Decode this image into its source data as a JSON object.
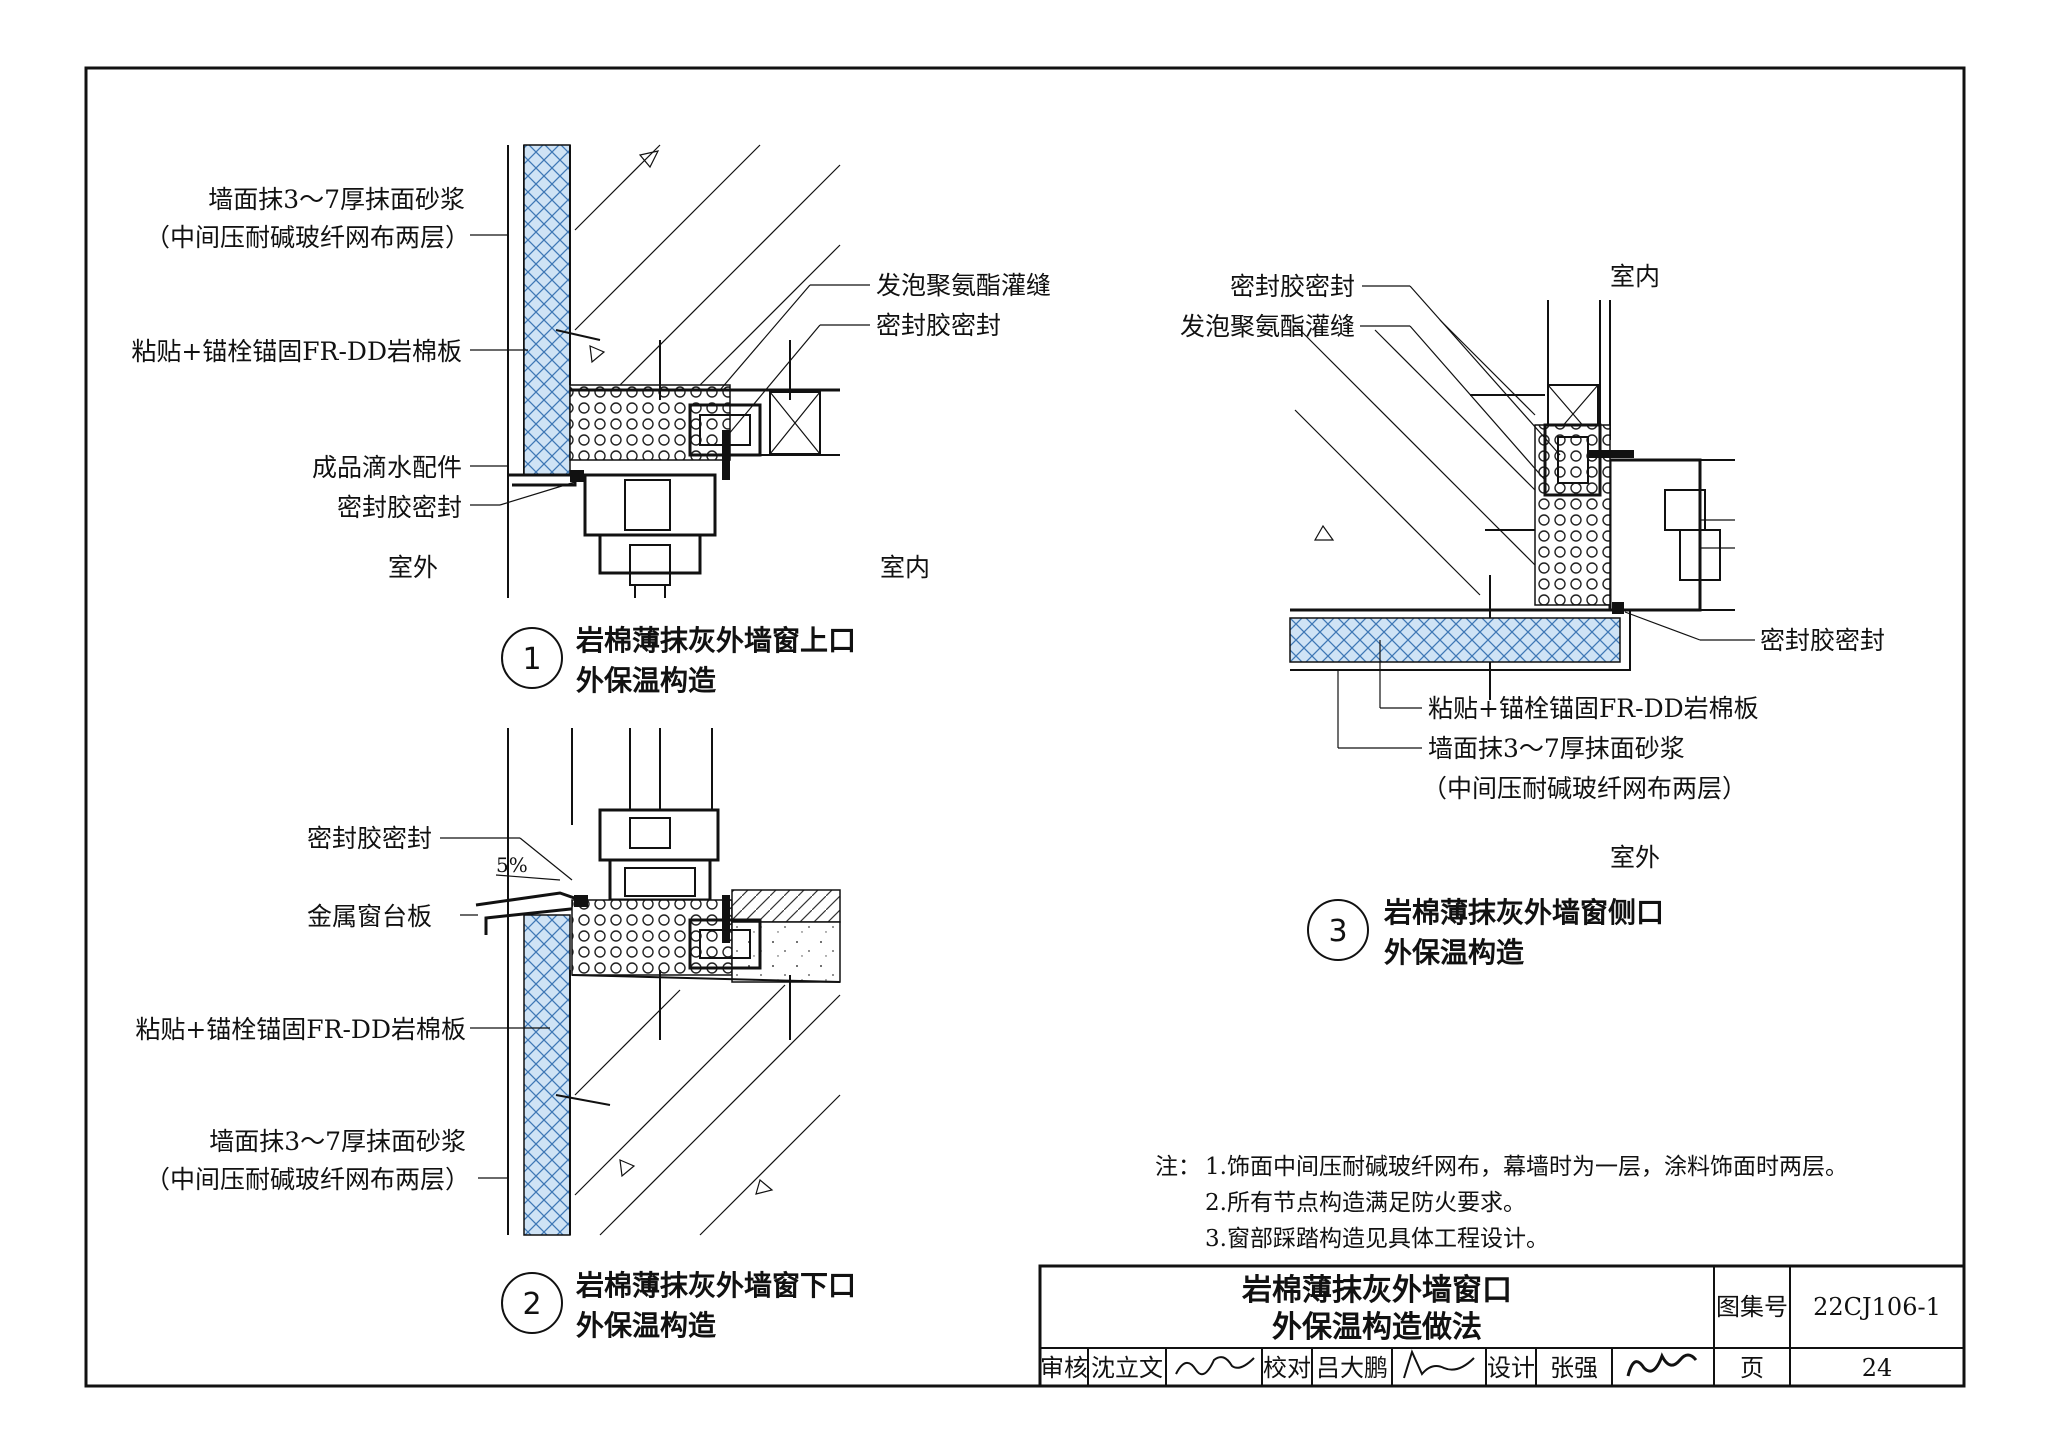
{
  "detail1": {
    "labels": {
      "render_a": "墙面抹3～7厚抹面砂浆",
      "render_b": "（中间压耐碱玻纤网布两层）",
      "board": "粘贴+锚栓锚固FR-DD岩棉板",
      "drip": "成品滴水配件",
      "sealant_left": "密封胶密封",
      "foam": "发泡聚氨酯灌缝",
      "sealant_right": "密封胶密封",
      "outside": "室外",
      "inside": "室内"
    },
    "number": "1",
    "caption_a": "岩棉薄抹灰外墙窗上口",
    "caption_b": "外保温构造"
  },
  "detail2": {
    "labels": {
      "sealant": "密封胶密封",
      "slope": "5%",
      "sill": "金属窗台板",
      "board": "粘贴+锚栓锚固FR-DD岩棉板",
      "render_a": "墙面抹3～7厚抹面砂浆",
      "render_b": "（中间压耐碱玻纤网布两层）"
    },
    "number": "2",
    "caption_a": "岩棉薄抹灰外墙窗下口",
    "caption_b": "外保温构造"
  },
  "detail3": {
    "labels": {
      "sealant_top": "密封胶密封",
      "foam": "发泡聚氨酯灌缝",
      "inside": "室内",
      "sealant_right": "密封胶密封",
      "board": "粘贴+锚栓锚固FR-DD岩棉板",
      "render_a": "墙面抹3～7厚抹面砂浆",
      "render_b": "（中间压耐碱玻纤网布两层）",
      "outside": "室外"
    },
    "number": "3",
    "caption_a": "岩棉薄抹灰外墙窗侧口",
    "caption_b": "外保温构造"
  },
  "notes": {
    "prefix": "注：",
    "items": [
      "1.饰面中间压耐碱玻纤网布，幕墙时为一层，涂料饰面时两层。",
      "2.所有节点构造满足防火要求。",
      "3.窗部踩踏构造见具体工程设计。"
    ]
  },
  "title_block": {
    "title_a": "岩棉薄抹灰外墙窗口",
    "title_b": "外保温构造做法",
    "atlas_label": "图集号",
    "atlas_no": "22CJ106-1",
    "page_label": "页",
    "page_no": "24",
    "review_label": "审核",
    "reviewer": "沈立文",
    "check_label": "校对",
    "checker": "吕大鹏",
    "design_label": "设计",
    "designer": "张强"
  }
}
